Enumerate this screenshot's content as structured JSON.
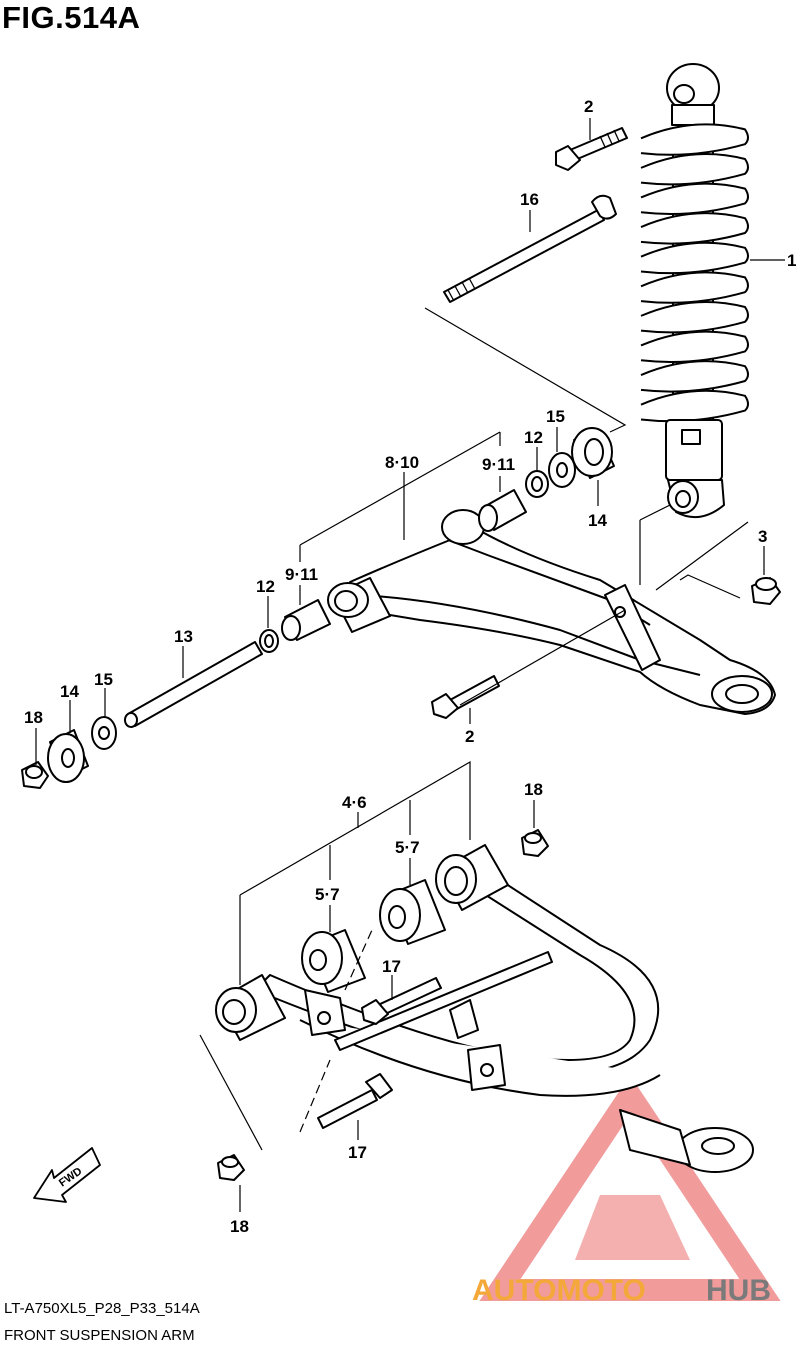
{
  "figure": {
    "title": "FIG.514A",
    "code": "LT-A750XL5_P28_P33_514A",
    "name": "FRONT SUSPENSION ARM"
  },
  "callouts": {
    "c1": "1",
    "c2_top": "2",
    "c2_bottom": "2",
    "c3": "3",
    "c8_10": "8·10",
    "c9_11_top": "9·11",
    "c9_11_left": "9·11",
    "c12_top": "12",
    "c12_left": "12",
    "c13": "13",
    "c14_top": "14",
    "c14_left": "14",
    "c15_top": "15",
    "c15_left": "15",
    "c16": "16",
    "c4_6": "4·6",
    "c5_7_right": "5·7",
    "c5_7_left": "5·7",
    "c17_mid": "17",
    "c17_bottom": "17",
    "c18_left": "18",
    "c18_right": "18",
    "c18_bottom": "18"
  },
  "direction_marker": "FWD",
  "watermark": {
    "part1": "AUTOMOTO",
    "part2": "HUB",
    "color1": "#f4a83a",
    "color2": "#7a7a7a",
    "logo_color": "#ef8a8a"
  }
}
